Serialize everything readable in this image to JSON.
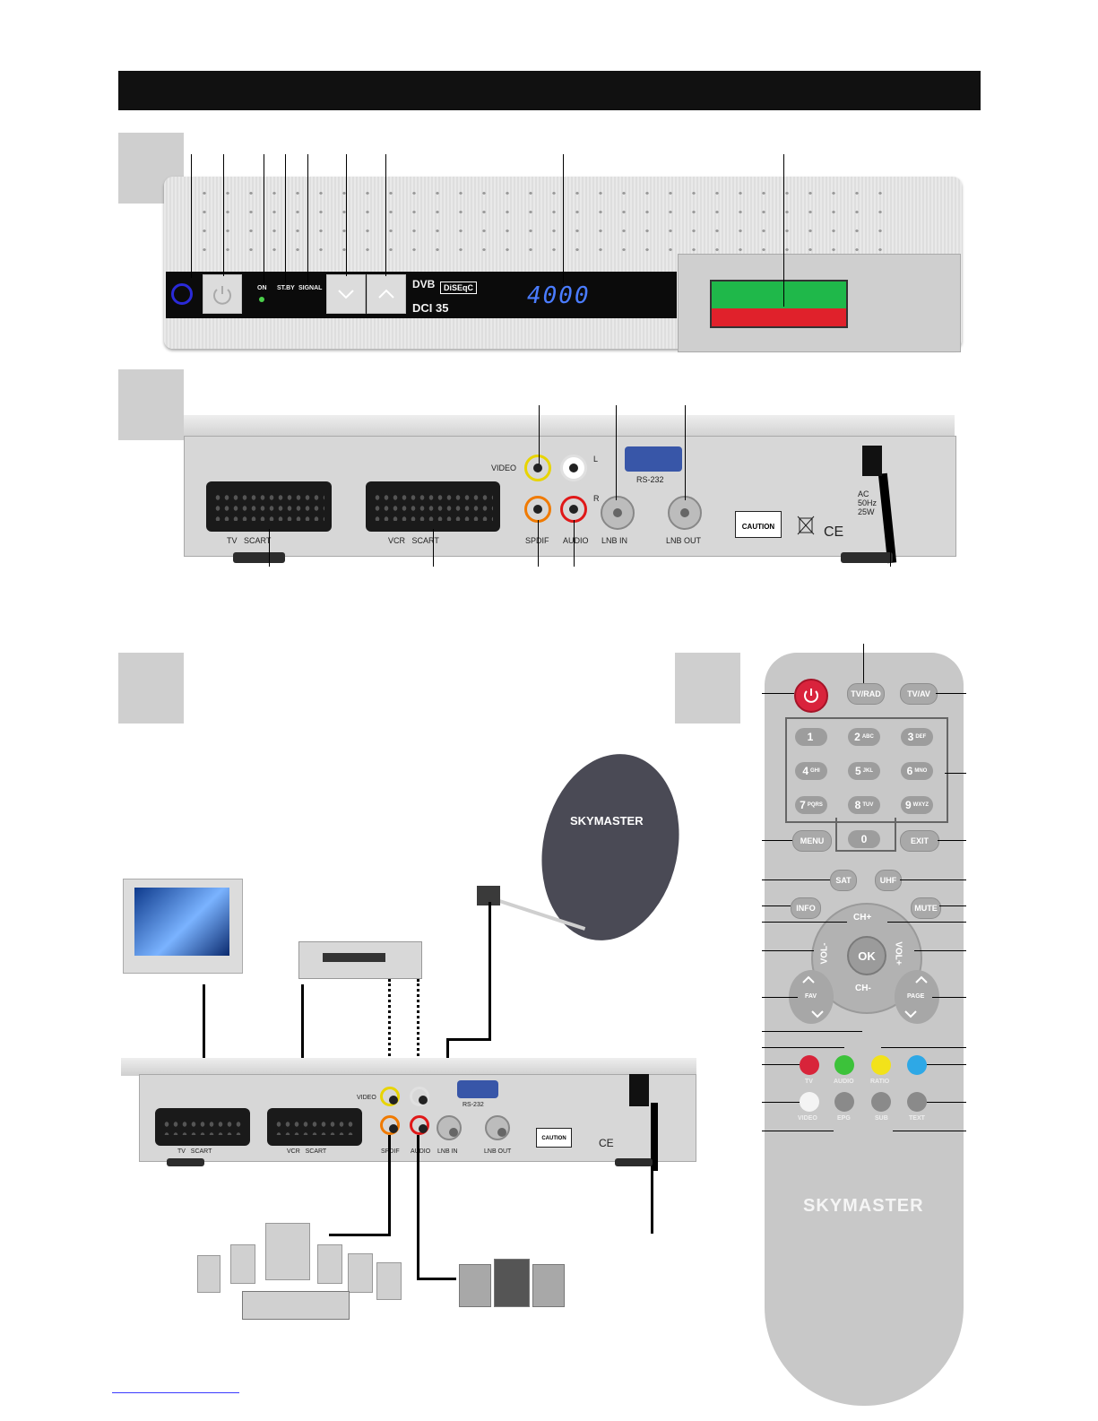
{
  "header": {
    "title": ""
  },
  "front_panel": {
    "indicators": {
      "on_label": "ON",
      "standby_label": "ST.BY",
      "signal_label": "SIGNAL"
    },
    "display_value": "4000",
    "logo_text": "DiSEqC",
    "model": "DCI 35",
    "dvb_text": "DVB"
  },
  "rear_panel": {
    "video_label": "VIDEO",
    "spdif_label": "SPDIF",
    "audio_label": "AUDIO",
    "audio_left": "L",
    "audio_right": "R",
    "serial_label": "RS-232",
    "lnb_in_label": "LNB IN",
    "lnb_out_label": "LNB OUT",
    "tv_scart_label": "TV   SCART",
    "vcr_scart_label": "VCR   SCART",
    "power_spec": [
      "AC",
      "50Hz",
      "25W"
    ],
    "caution_label": "CAUTION"
  },
  "connection_diagram": {
    "dish_brand": "SKYMASTER",
    "rear": {
      "video_label": "VIDEO",
      "spdif_label": "SPDIF",
      "audio_label": "AUDIO",
      "lnb_in_label": "LNB IN",
      "lnb_out_label": "LNB OUT",
      "tv_scart_label": "TV   SCART",
      "vcr_scart_label": "VCR   SCART",
      "serial_label": "RS-232",
      "caution_label": "CAUTION"
    }
  },
  "remote": {
    "tv_rad": "TV/RAD",
    "tv_av": "TV/AV",
    "numbers": [
      {
        "digit": "1",
        "letters": ""
      },
      {
        "digit": "2",
        "letters": "ABC"
      },
      {
        "digit": "3",
        "letters": "DEF"
      },
      {
        "digit": "4",
        "letters": "GHI"
      },
      {
        "digit": "5",
        "letters": "JKL"
      },
      {
        "digit": "6",
        "letters": "MNO"
      },
      {
        "digit": "7",
        "letters": "PQRS"
      },
      {
        "digit": "8",
        "letters": "TUV"
      },
      {
        "digit": "9",
        "letters": "WXYZ"
      },
      {
        "digit": "0",
        "letters": ""
      }
    ],
    "menu": "MENU",
    "exit": "EXIT",
    "sat": "SAT",
    "uhf": "UHF",
    "info": "INFO",
    "mute": "MUTE",
    "ch_up": "CH+",
    "ch_down": "CH-",
    "vol_down": "VOL-",
    "vol_up": "VOL+",
    "ok": "OK",
    "fav": "FAV",
    "page": "PAGE",
    "color_row": [
      {
        "label": "TV",
        "color": "#d8243a"
      },
      {
        "label": "AUDIO",
        "color": "#3cc23a"
      },
      {
        "label": "RATIO",
        "color": "#f2e21a"
      },
      {
        "label": "",
        "color": "#2ea8e6"
      }
    ],
    "bottom_row": [
      "VIDEO",
      "EPG",
      "SUB",
      "TEXT"
    ],
    "brand": "SKYMASTER"
  }
}
